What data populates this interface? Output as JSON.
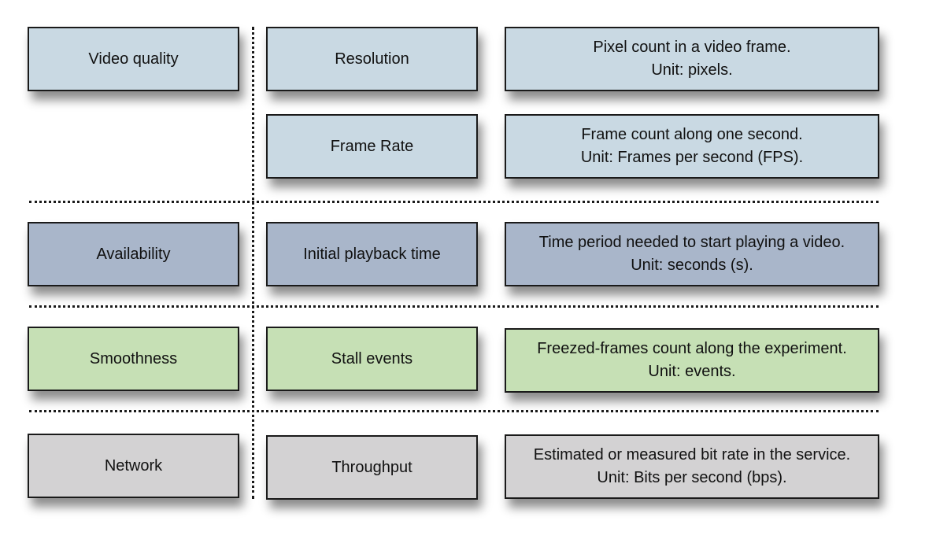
{
  "rows": {
    "video_quality": {
      "category": "Video quality",
      "metrics": [
        {
          "name": "Resolution",
          "desc_line1": "Pixel count in a video frame.",
          "desc_line2": "Unit: pixels."
        },
        {
          "name": "Frame Rate",
          "desc_line1": "Frame count along one second.",
          "desc_line2": "Unit: Frames per second (FPS)."
        }
      ]
    },
    "availability": {
      "category": "Availability",
      "metrics": [
        {
          "name": "Initial playback time",
          "desc_line1": "Time period needed to start playing a video.",
          "desc_line2": "Unit: seconds (s)."
        }
      ]
    },
    "smoothness": {
      "category": "Smoothness",
      "metrics": [
        {
          "name": "Stall events",
          "desc_line1": "Freezed-frames count along the experiment.",
          "desc_line2": "Unit: events."
        }
      ]
    },
    "network": {
      "category": "Network",
      "metrics": [
        {
          "name": "Throughput",
          "desc_line1": "Estimated or measured bit rate in the service.",
          "desc_line2": "Unit: Bits per second (bps)."
        }
      ]
    }
  },
  "colors": {
    "video_quality": "#c9d9e3",
    "availability": "#a9b6ca",
    "smoothness": "#c6e0b5",
    "network": "#d3d2d3",
    "border": "#1a1a1a"
  }
}
